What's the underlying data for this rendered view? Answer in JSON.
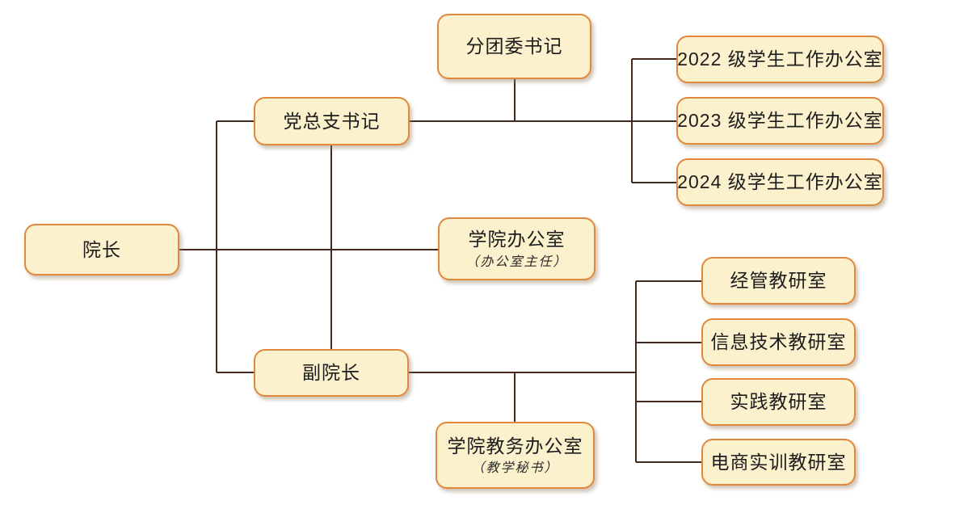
{
  "diagram": {
    "type": "organization-chart",
    "language": "zh-CN",
    "colors": {
      "background": "#FFFFFF",
      "box_fill": "#FCF1CD",
      "box_border": "#E0893C",
      "connector_line": "#43291E",
      "label_text": "#1C1C1C"
    },
    "nodes": {
      "dean": {
        "label": "院长"
      },
      "party_secretary": {
        "label": "党总支书记"
      },
      "youth_league_secretary": {
        "label": "分团委书记"
      },
      "grade2022_office": {
        "label": "2022 级学生工作办公室"
      },
      "grade2023_office": {
        "label": "2023 级学生工作办公室"
      },
      "grade2024_office": {
        "label": "2024 级学生工作办公室"
      },
      "college_office": {
        "label": "学院办公室",
        "sublabel": "（办公室主任）"
      },
      "vice_dean": {
        "label": "副院长"
      },
      "econ_mgmt_office": {
        "label": "经管教研室"
      },
      "info_tech_office": {
        "label": "信息技术教研室"
      },
      "practice_office": {
        "label": "实践教研室"
      },
      "ecommerce_training_office": {
        "label": "电商实训教研室"
      },
      "academic_affairs_office": {
        "label": "学院教务办公室",
        "sublabel": "（教学秘书）"
      }
    },
    "connections": [
      {
        "from": "院长",
        "to": "党总支书记"
      },
      {
        "from": "院长",
        "to": "学院办公室"
      },
      {
        "from": "院长",
        "to": "副院长"
      },
      {
        "from": "党总支书记",
        "to": "分团委书记"
      },
      {
        "from": "党总支书记",
        "to": "2022 级学生工作办公室"
      },
      {
        "from": "党总支书记",
        "to": "2023 级学生工作办公室"
      },
      {
        "from": "党总支书记",
        "to": "2024 级学生工作办公室"
      },
      {
        "from": "党总支书记",
        "to": "副院长"
      },
      {
        "from": "副院长",
        "to": "学院教务办公室"
      },
      {
        "from": "副院长",
        "to": "经管教研室"
      },
      {
        "from": "副院长",
        "to": "信息技术教研室"
      },
      {
        "from": "副院长",
        "to": "实践教研室"
      },
      {
        "from": "副院长",
        "to": "电商实训教研室"
      }
    ]
  }
}
